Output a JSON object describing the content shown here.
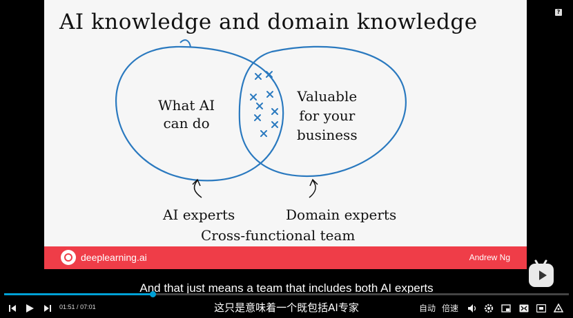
{
  "slide": {
    "title": "AI knowledge and domain knowledge",
    "left_circle_line1": "What AI",
    "left_circle_line2": "can do",
    "right_circle_line1": "Valuable",
    "right_circle_line2": "for your",
    "right_circle_line3": "business",
    "ai_experts": "AI experts",
    "domain_experts": "Domain experts",
    "team": "Cross-functional team",
    "brand": "deeplearning.ai",
    "author": "Andrew Ng",
    "accent_color": "#ef3d48",
    "ink_color": "#2a79bf"
  },
  "subtitles": {
    "en": "And that just means a team that includes both AI experts",
    "zh": "这只是意味着一个既包括AI专家"
  },
  "player": {
    "current_time": "01:51",
    "separator": "/",
    "total_time": "07:01",
    "progress_fraction": 0.263,
    "auto_label": "自动",
    "speed_label": "倍速",
    "progress_color": "#00a1d6"
  }
}
